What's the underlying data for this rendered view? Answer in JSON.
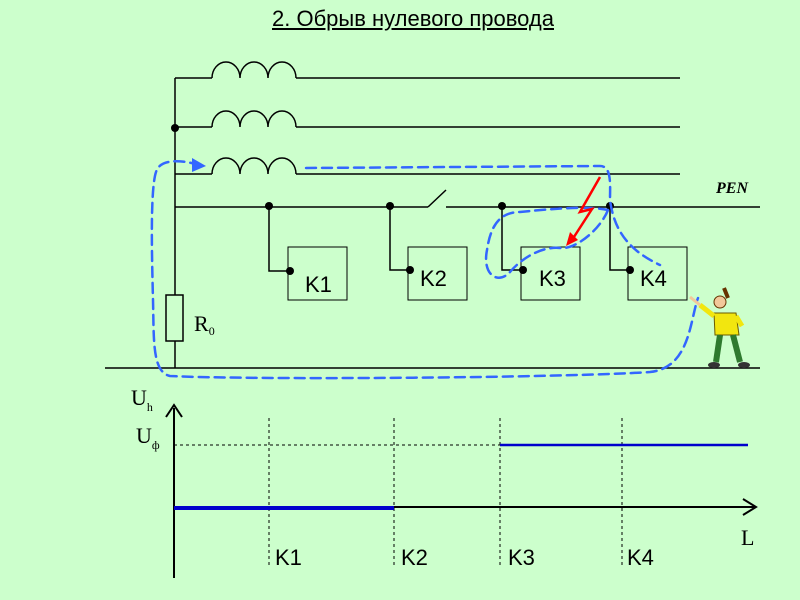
{
  "title": "2. Обрыв нулевого провода",
  "circuit": {
    "pen_label": "PEN",
    "resistor": {
      "letter": "R",
      "subscript": "0"
    },
    "consumers": [
      "K1",
      "K2",
      "K3",
      "K4"
    ]
  },
  "graph": {
    "y_axis": {
      "letter": "U",
      "subscript": "h"
    },
    "u_phase": {
      "letter": "U",
      "subscript": "ф"
    },
    "x_axis_label": "L",
    "x_ticks": [
      "K1",
      "K2",
      "K3",
      "K4"
    ]
  },
  "colors": {
    "background": "#ccffcc",
    "fault_path": "#3366ff",
    "voltage_line": "#0000cc",
    "lightning": "#ff0000"
  }
}
